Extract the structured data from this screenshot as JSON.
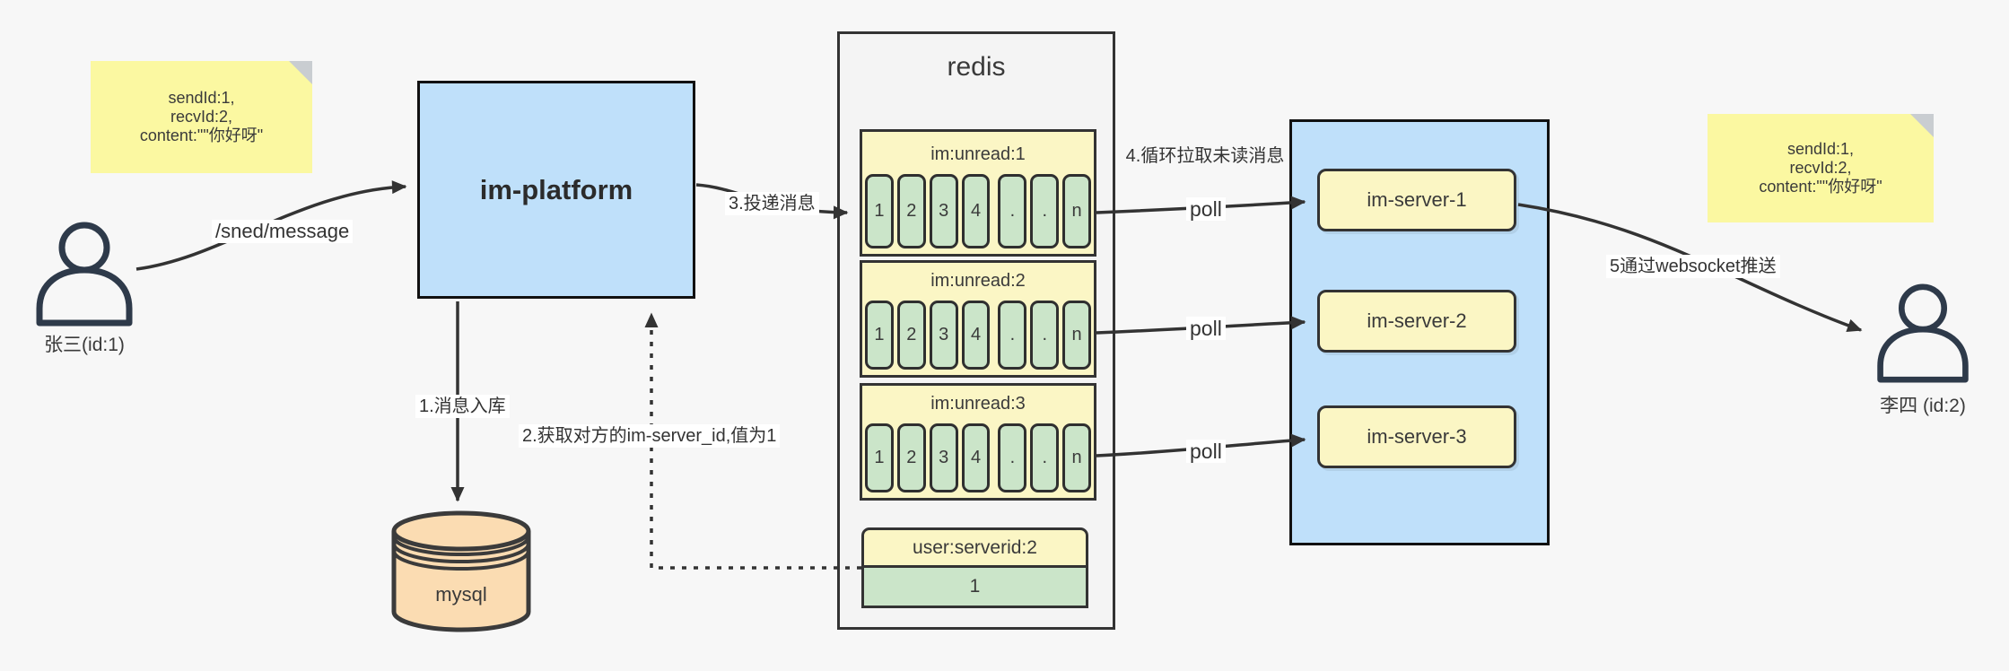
{
  "colors": {
    "background": "#f7f7f7",
    "note_yellow": "#fbf8a1",
    "note_fold_gray": "#c9cdd1",
    "platform_blue": "#bfe0fa",
    "mysql_tan": "#fbdcb2",
    "redis_gray": "#f4f4f4",
    "queue_yellow": "#fbf6c5",
    "cell_green": "#cbe5c9",
    "arrow_dark": "#333333"
  },
  "notes": {
    "left": {
      "lines": [
        "sendId:1,",
        "recvId:2,",
        "content:\"\"你好呀\""
      ]
    },
    "right": {
      "lines": [
        "sendId:1,",
        "recvId:2,",
        "content:\"\"你好呀\""
      ]
    }
  },
  "actors": {
    "sender": "张三(id:1)",
    "receiver": "李四 (id:2)"
  },
  "nodes": {
    "platform": "im-platform",
    "database": "mysql",
    "redis_title": "redis",
    "servers": [
      "im-server-1",
      "im-server-2",
      "im-server-3"
    ]
  },
  "redis": {
    "queues": [
      {
        "name": "im:unread:1",
        "cells": [
          "1",
          "2",
          "3",
          "4",
          ".",
          ".",
          "n"
        ]
      },
      {
        "name": "im:unread:2",
        "cells": [
          "1",
          "2",
          "3",
          "4",
          ".",
          ".",
          "n"
        ]
      },
      {
        "name": "im:unread:3",
        "cells": [
          "1",
          "2",
          "3",
          "4",
          ".",
          ".",
          "n"
        ]
      }
    ],
    "kv": {
      "key": "user:serverid:2",
      "value": "1"
    }
  },
  "edges": {
    "send": "/sned/message",
    "store": "1.消息入库",
    "lookup": "2.获取对方的im-server_id,值为1",
    "deliver": "3.投递消息",
    "pull": "4.循环拉取未读消息",
    "poll1": "poll",
    "poll2": "poll",
    "poll3": "poll",
    "push": "5通过websocket推送"
  }
}
